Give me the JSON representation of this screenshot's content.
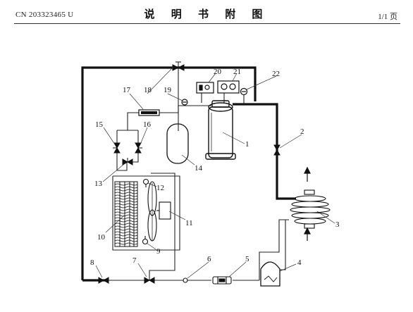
{
  "header": {
    "patent_number": "CN 203323465 U",
    "title": "说 明 书 附 图",
    "page": "1/1 页"
  },
  "figure": {
    "labels": {
      "n1": "1",
      "n2": "2",
      "n3": "3",
      "n4": "4",
      "n5": "5",
      "n6": "6",
      "n7": "7",
      "n8": "8",
      "n9": "9",
      "n10": "10",
      "n11": "11",
      "n12": "12",
      "n13": "13",
      "n14": "14",
      "n15": "15",
      "n16": "16",
      "n17": "17",
      "n18": "18",
      "n19": "19",
      "n20": "20",
      "n21": "21",
      "n22": "22"
    }
  }
}
